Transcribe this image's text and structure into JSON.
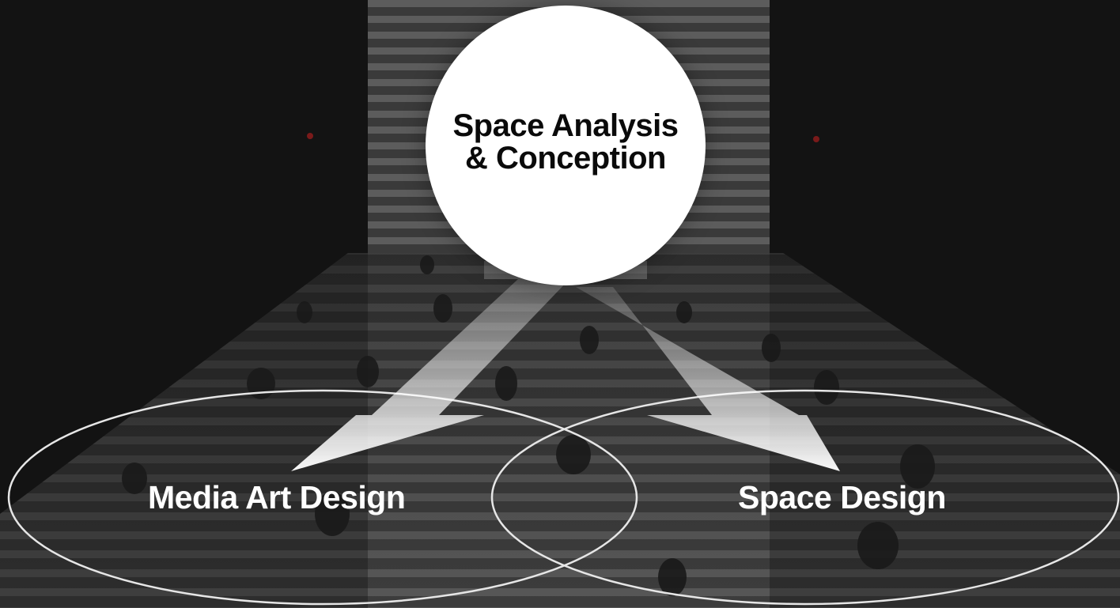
{
  "diagram": {
    "top_node": {
      "label": "Space Analysis & Conception"
    },
    "left_node": {
      "label": "Media Art Design"
    },
    "right_node": {
      "label": "Space Design"
    }
  },
  "colors": {
    "background": "#141414",
    "node_fill": "#ffffff",
    "node_text": "#0a0a0a",
    "label_text": "#ffffff",
    "ellipse_stroke": "#e6e6e6"
  }
}
